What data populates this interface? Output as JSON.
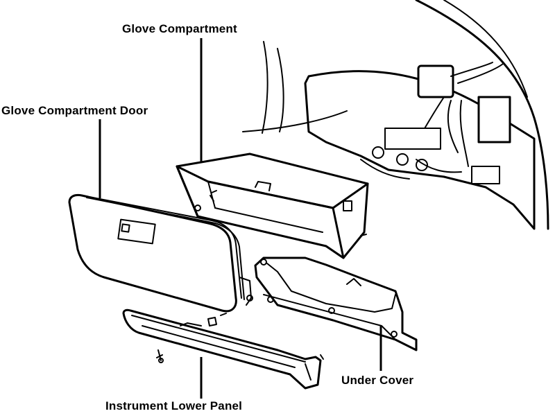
{
  "labels": {
    "glove_compartment": "Glove Compartment",
    "glove_compartment_door": "Glove Compartment Door",
    "under_cover": "Under Cover",
    "instrument_lower_panel": "Instrument Lower Panel"
  }
}
